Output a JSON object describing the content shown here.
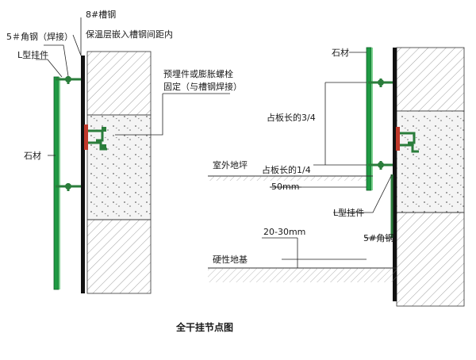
{
  "diagram": {
    "caption": "全干挂节点图",
    "left_detail": {
      "channel_label": "8#槽钢",
      "insulation_label": "保温层嵌入槽钢间距内",
      "angle_label": "5＃角钢（焊接）",
      "hanger_label": "L型挂件",
      "anchor_label_1": "预埋件或膨胀螺栓",
      "anchor_label_2": "固定（与槽钢焊接）",
      "stone_label": "石材"
    },
    "right_detail": {
      "stone_label": "石材",
      "ratio_upper_label": "占板长的3/4",
      "ground_label": "室外地坪",
      "ratio_lower_label": "占板长的1/4",
      "gap_label": "50mm",
      "gap_range_label": "20-30mm",
      "hanger_label": "L型挂件",
      "angle_label": "5#角钢",
      "foundation_label": "硬性地基"
    },
    "colors": {
      "stone": "#1f9a43",
      "steel": "#2a7d3b",
      "anchor": "#c0392b",
      "concrete": "#f5f5f5"
    }
  }
}
